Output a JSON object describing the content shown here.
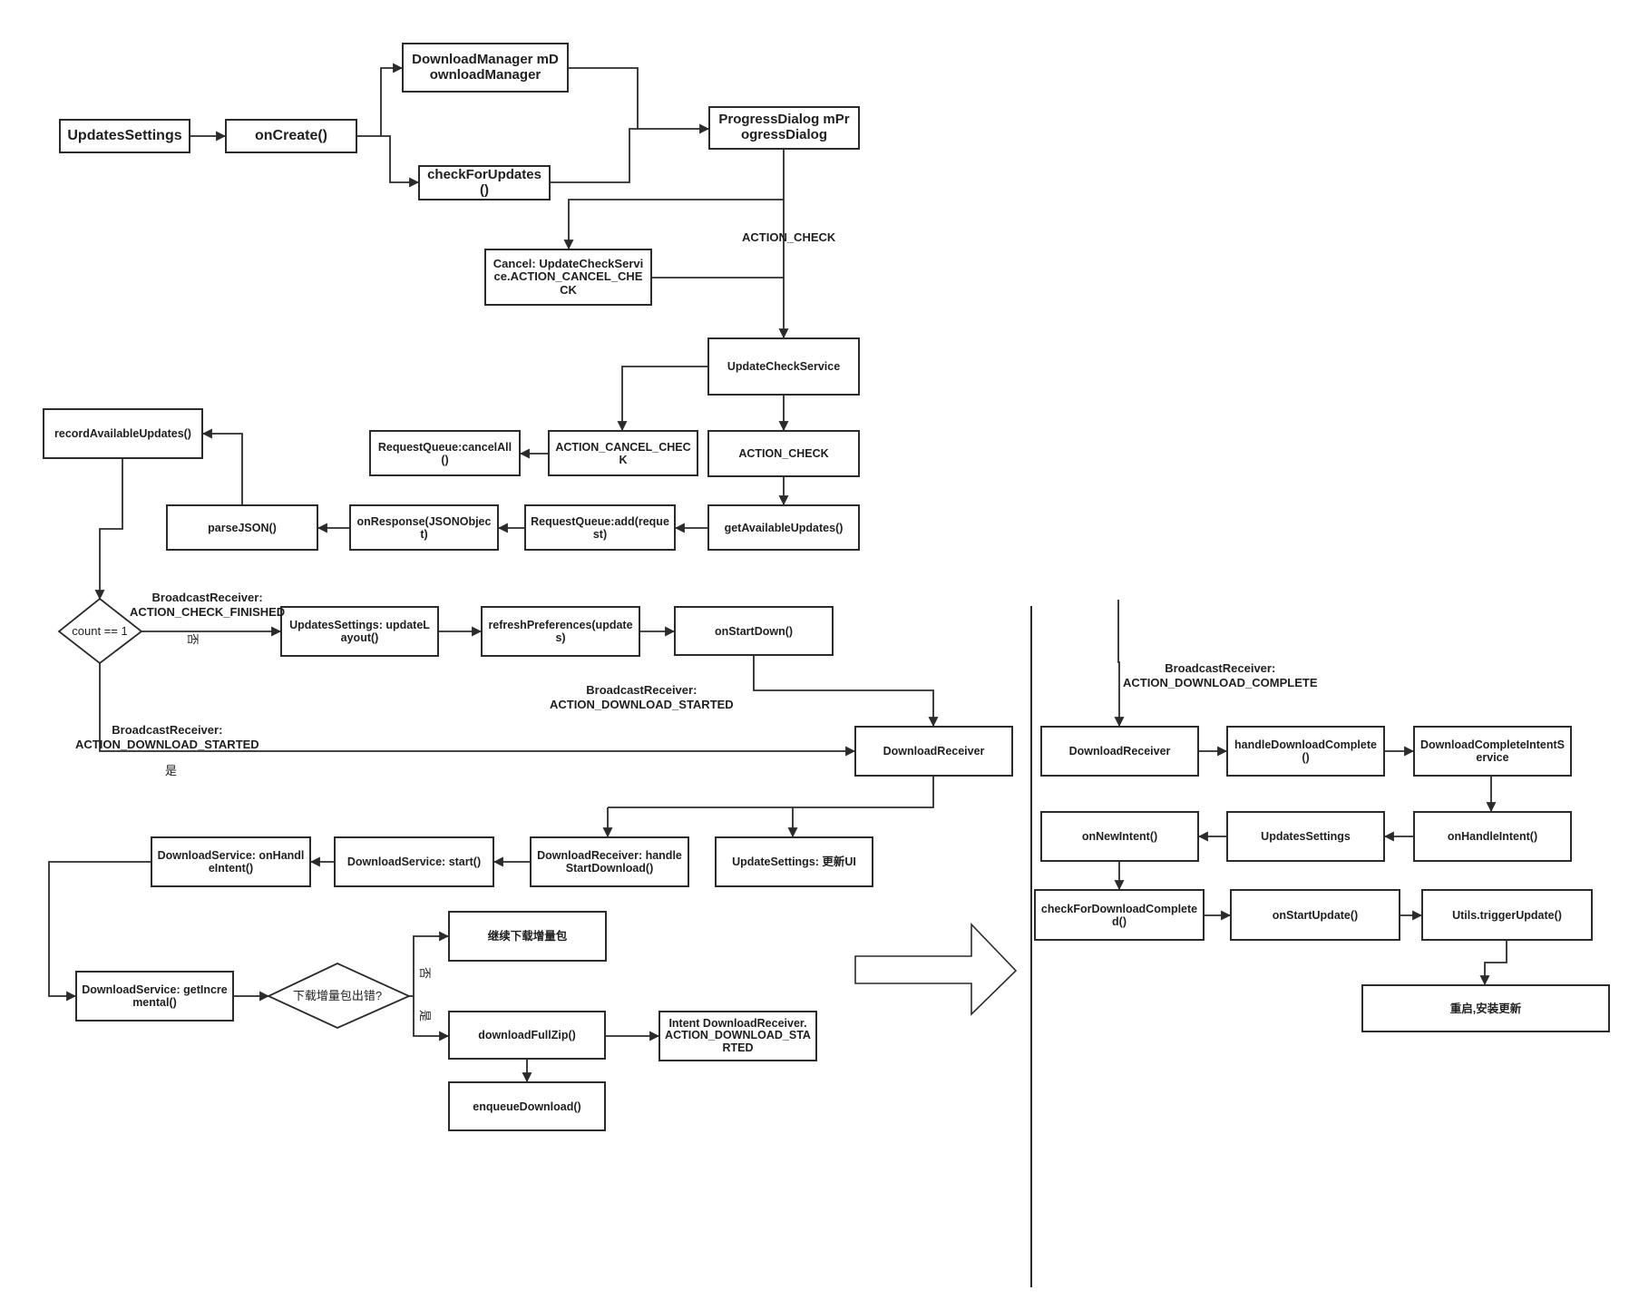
{
  "nodes": {
    "updates_settings": "UpdatesSettings",
    "on_create": "onCreate()",
    "download_manager": "DownloadManager mDownloadManager",
    "check_for_updates": "checkForUpdates()",
    "progress_dialog": "ProgressDialog mProgressDialog",
    "cancel_check": "Cancel: UpdateCheckService.ACTION_CANCEL_CHECK",
    "update_check_service": "UpdateCheckService",
    "action_cancel_check": "ACTION_CANCEL_CHECK",
    "request_queue_cancel_all": "RequestQueue:cancelAll()",
    "action_check": "ACTION_CHECK",
    "get_available_updates": "getAvailableUpdates()",
    "request_queue_add": "RequestQueue:add(request)",
    "on_response": "onResponse(JSONObject)",
    "parse_json": "parseJSON()",
    "record_available_updates": "recordAvailableUpdates()",
    "count_decision": "count == 1",
    "update_layout": "UpdatesSettings: updateLayout()",
    "refresh_preferences": "refreshPreferences(updates)",
    "on_start_down": "onStartDown()",
    "download_receiver": "DownloadReceiver",
    "handle_start_download": "DownloadReceiver: handleStartDownload()",
    "update_settings_ui": "UpdateSettings: 更新UI",
    "download_service_start": "DownloadService: start()",
    "download_service_handle_intent": "DownloadService: onHandleIntent()",
    "get_incremental": "DownloadService: getIncremental()",
    "incremental_error_decision": "下载增量包出错?",
    "continue_incremental": "继续下载增量包",
    "download_full_zip": "downloadFullZip()",
    "enqueue_download": "enqueueDownload()",
    "intent_download_started": "Intent DownloadReceiver.ACTION_DOWNLOAD_STARTED",
    "download_receiver_2": "DownloadReceiver",
    "handle_download_complete": "handleDownloadComplete()",
    "download_complete_intent_service": "DownloadCompleteIntentService",
    "on_handle_intent": "onHandleIntent()",
    "updates_settings_2": "UpdatesSettings",
    "on_new_intent": "onNewIntent()",
    "check_for_download_completed": "checkForDownloadCompleted()",
    "on_start_update": "onStartUpdate()",
    "utils_trigger_update": "Utils.triggerUpdate()",
    "reboot_install": "重启,安装更新"
  },
  "edge_labels": {
    "action_check": "ACTION_CHECK",
    "br_check_finished_1": "BroadcastReceiver:",
    "br_check_finished_2": "ACTION_CHECK_FINISHED",
    "no_1": "否",
    "br_started_a_1": "BroadcastReceiver:",
    "br_started_a_2": "ACTION_DOWNLOAD_STARTED",
    "br_started_b_1": "BroadcastReceiver:",
    "br_started_b_2": "ACTION_DOWNLOAD_STARTED",
    "yes_1": "是",
    "no_2": "否",
    "yes_2": "是",
    "br_complete_1": "BroadcastReceiver:",
    "br_complete_2": "ACTION_DOWNLOAD_COMPLETE"
  },
  "colors": {
    "line": "#2b2b2b",
    "text": "#1f1f1f"
  }
}
